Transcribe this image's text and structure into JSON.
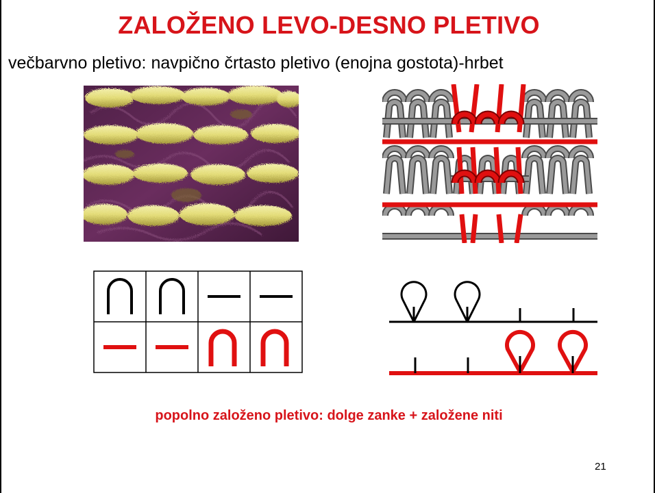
{
  "slide": {
    "title": "ZALOŽENO LEVO-DESNO PLETIVO",
    "subtitle": "večbarvno pletivo: navpično črtasto pletivo (enojna gostota)-hrbet",
    "footer_note": "popolno založeno pletivo: dolge zanke + založene niti",
    "page_number": "21"
  },
  "colors": {
    "accent_red": "#d7141a",
    "yarn_purple": "#5b2350",
    "yarn_yellow": "#e6e08a",
    "stitch_gray": "#8c8c8c",
    "line_black": "#000000"
  },
  "figures": {
    "fabric_photo": {
      "description_icon": "knitted-fabric-photo"
    },
    "stitch_structure": {
      "description_icon": "stitch-loop-diagram"
    },
    "notation_grid": {
      "rows": [
        [
          "loop",
          "loop",
          "float",
          "float"
        ],
        [
          "float",
          "float",
          "loop",
          "loop"
        ]
      ]
    },
    "needle_notation": {
      "rows": [
        [
          "loop",
          "loop",
          "tuck-needle",
          "tuck-needle"
        ],
        [
          "tuck-needle",
          "tuck-needle",
          "loop",
          "loop"
        ]
      ]
    }
  }
}
